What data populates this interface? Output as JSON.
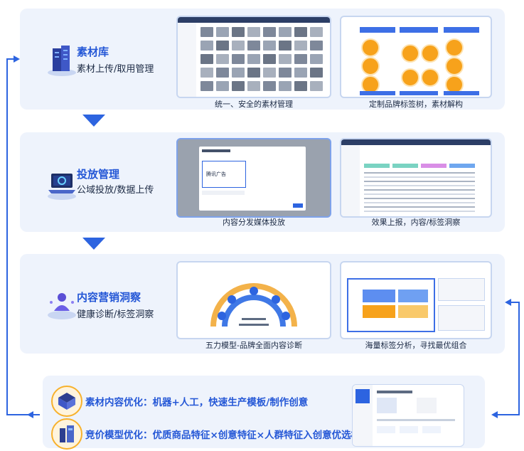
{
  "rows": [
    {
      "title": "素材库",
      "subtitle": "素材上传/取用管理",
      "icon": "server-stack-icon",
      "screens": [
        {
          "caption": "统一、安全的素材管理"
        },
        {
          "caption": "定制品牌标签树，素材解构"
        }
      ]
    },
    {
      "title": "投放管理",
      "subtitle": "公域投放/数据上传",
      "icon": "laptop-icon",
      "screens": [
        {
          "caption": "内容分发媒体投放",
          "dialog_brand": "腾讯广告"
        },
        {
          "caption": "效果上报，内容/标签洞察"
        }
      ]
    },
    {
      "title": "内容营销洞察",
      "subtitle": "健康诊断/标签洞察",
      "icon": "user-insight-icon",
      "screens": [
        {
          "caption": "五力模型-品牌全面内容诊断"
        },
        {
          "caption": "海量标签分析，寻找最优组合"
        }
      ]
    }
  ],
  "bottom": {
    "items": [
      {
        "text": "素材内容优化：机器+人工，快速生产模板/制作创意",
        "icon": "material-optimize-icon"
      },
      {
        "text": "竞价模型优化：优质商品特征×创意特征×人群特征入创意优选模型",
        "icon": "bidding-model-icon"
      }
    ]
  },
  "colors": {
    "accent": "#2457d6",
    "arrow": "#2d64e0",
    "panel": "#eef3fc",
    "orange": "#f7a21b"
  }
}
